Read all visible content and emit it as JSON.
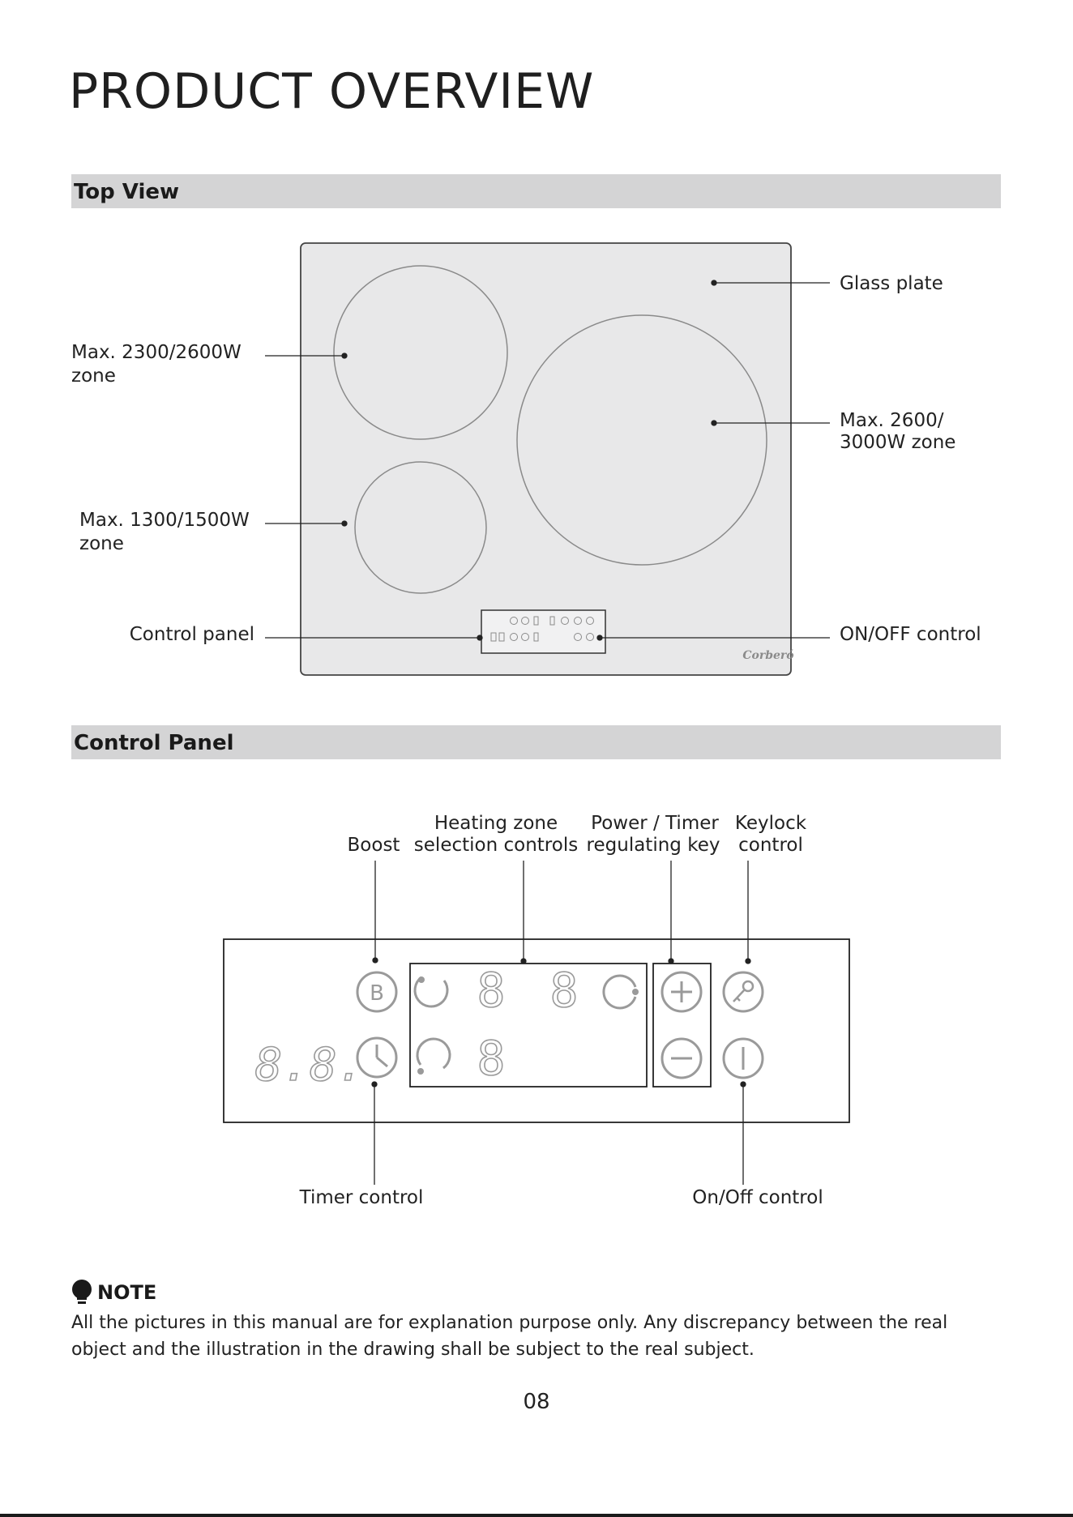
{
  "page": {
    "title": "PRODUCT OVERVIEW",
    "page_number": "08"
  },
  "top_view": {
    "heading": "Top View",
    "labels": {
      "glass_plate": "Glass plate",
      "zone_large": [
        "Max. 2600/",
        "3000W zone"
      ],
      "zone_top_left": [
        "Max. 2300/2600W",
        "zone"
      ],
      "zone_bottom_left": [
        "Max. 1300/1500W",
        "zone"
      ],
      "control_panel": "Control panel",
      "on_off": "ON/OFF control"
    },
    "brand_mark": "Corberó"
  },
  "control_panel": {
    "heading": "Control Panel",
    "labels": {
      "boost": "Boost",
      "heating_zone": [
        "Heating zone",
        "selection controls"
      ],
      "power_timer": [
        "Power / Timer",
        "regulating key"
      ],
      "keylock": [
        "Keylock",
        "control"
      ],
      "timer_control": "Timer control",
      "on_off": "On/Off control"
    },
    "boost_letter": "B",
    "timer_display": "8.8.",
    "zone_digit": "8"
  },
  "note": {
    "heading": "NOTE",
    "text": "All the pictures in this manual are for explanation purpose only. Any discrepancy between the real object and the illustration in the drawing shall be subject to the real subject."
  },
  "colors": {
    "section_bar": "#d4d4d5",
    "glass": "#e8e8e9",
    "line": "#222222",
    "ring": "#8a8a8a",
    "segment": "#9a9a9a"
  },
  "icons": [
    "lightbulb-icon",
    "boost-icon",
    "clock-icon",
    "plus-icon",
    "minus-icon",
    "key-icon",
    "power-icon",
    "zone-ring-icon"
  ]
}
